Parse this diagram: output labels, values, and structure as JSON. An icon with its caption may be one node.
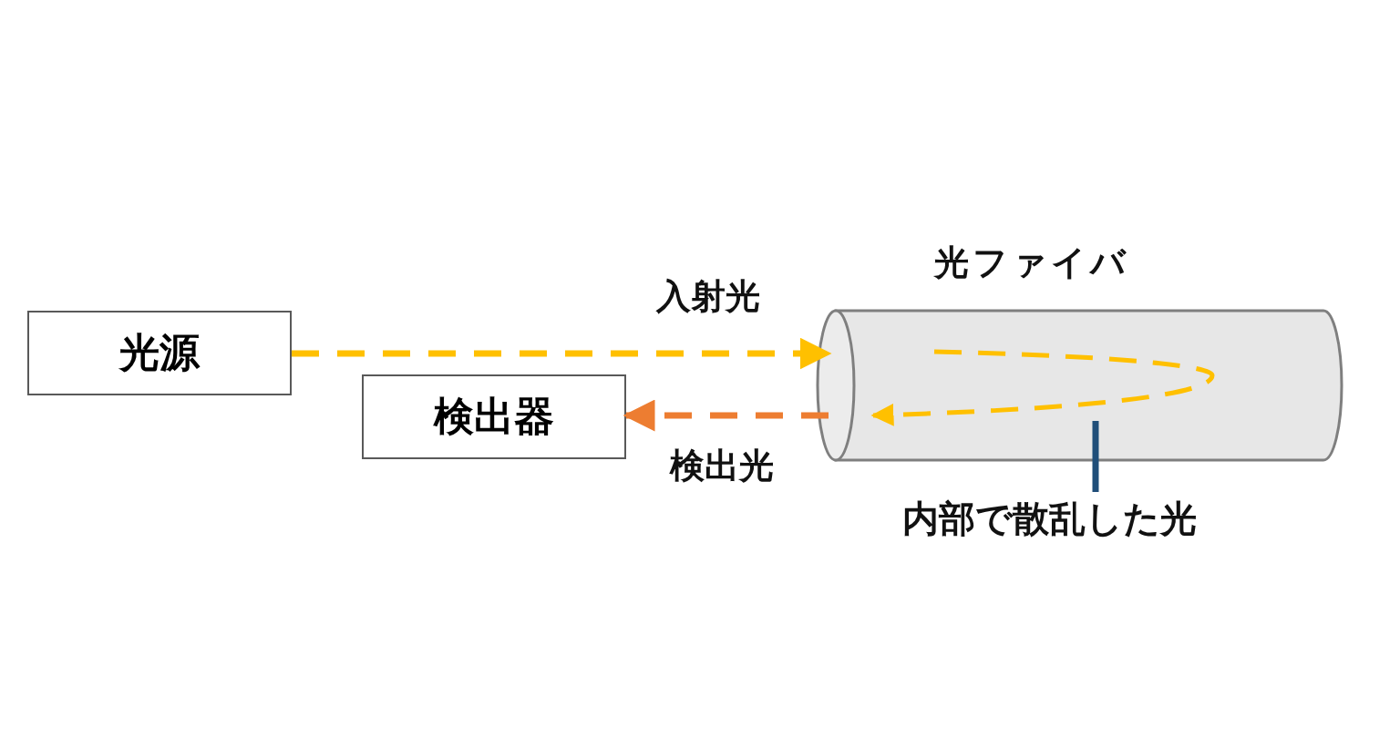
{
  "diagram": {
    "nodes": [
      {
        "text": [
          "光源"
        ]
      },
      {
        "text": [
          "検出器"
        ]
      },
      {
        "text": [
          "光ファイバ"
        ]
      },
      {
        "text": [
          "内部で散乱した光"
        ]
      }
    ],
    "edges": [
      {
        "from": 0,
        "to": 2,
        "arrow": "to",
        "label": "入射光",
        "style": "dashed",
        "color": "#ffc000"
      },
      {
        "from": 2,
        "to": 1,
        "arrow": "to",
        "label": "検出光",
        "style": "dashed",
        "color": "#ed7d31"
      },
      {
        "from": 3,
        "to": 2,
        "arrow": "none",
        "color": "#1f4e79"
      }
    ]
  }
}
